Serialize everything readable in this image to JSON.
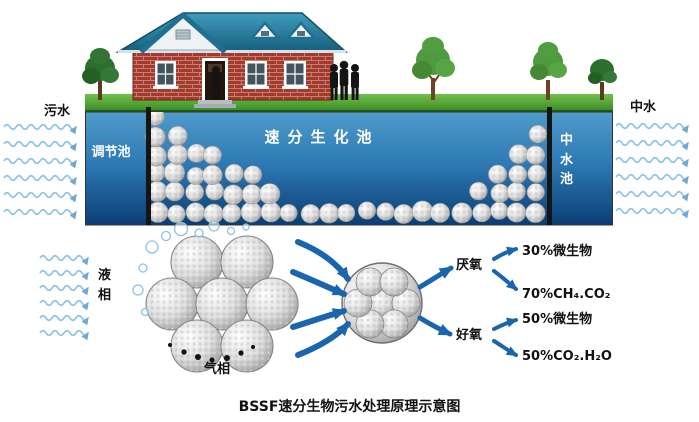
{
  "caption": "BSSF速分生物污水处理原理示意图",
  "tank": {
    "inflow": "污水",
    "outflow": "中水",
    "left_pool": "调节池",
    "main_pool": "速分生化池",
    "right_pool": "中水池"
  },
  "mechanism": {
    "liquid_phase": "液相",
    "gas_phase": "气相",
    "anaerobic": "厌氧",
    "aerobic": "好氧",
    "products": [
      "30%微生物",
      "70%CH₄.CO₂",
      "50%微生物",
      "50%CO₂.H₂O"
    ]
  },
  "colors": {
    "arrow_blue": "#1a66ae",
    "wave_blue": "#8ec4e4",
    "water_top": "#4f9bca",
    "water_bottom": "#0a3e74",
    "grass_green": "#4aa32e",
    "roof_teal": "#1e6f90",
    "brick_red": "#a4392f",
    "ball_gray": "#b0b0b0"
  }
}
